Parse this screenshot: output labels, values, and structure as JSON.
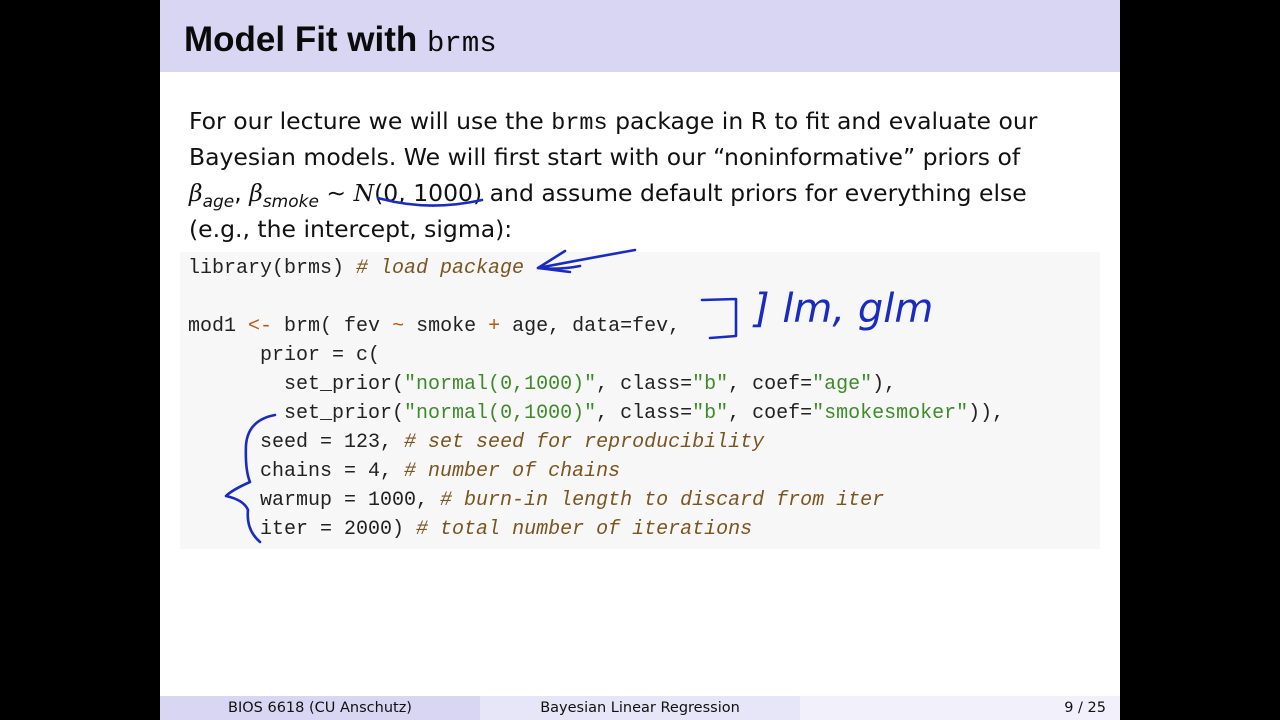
{
  "slide": {
    "title_text": "Model Fit with ",
    "title_code": "brms",
    "paragraph": {
      "l1_a": "For our lecture we will use the ",
      "l1_code": "brms",
      "l1_b": " package in R to fit and evaluate our",
      "l2": "Bayesian models.  We will first start with our “noninformative” priors of",
      "l3_beta1": "β",
      "l3_sub1": "age",
      "l3_comma": ", ",
      "l3_beta2": "β",
      "l3_sub2": "smoke",
      "l3_tilde": " ∼ ",
      "l3_N": "N",
      "l3_args": "(0, 1000)",
      "l3_rest": " and assume default priors for everything else",
      "l4": "(e.g., the intercept, sigma):"
    },
    "code": {
      "l1_code": "library(brms) ",
      "l1_comment": "# load package",
      "l3_a": "mod1 ",
      "l3_arrow": "<-",
      "l3_b": " brm( fev ",
      "l3_tilde": "~",
      "l3_c": " smoke ",
      "l3_plus": "+",
      "l3_d": " age, data=fev,",
      "l4": "      prior = c(",
      "l5_a": "        set_prior(",
      "l5_s1": "\"normal(0,1000)\"",
      "l5_b": ", class=",
      "l5_s2": "\"b\"",
      "l5_c": ", coef=",
      "l5_s3": "\"age\"",
      "l5_d": "),",
      "l6_a": "        set_prior(",
      "l6_s1": "\"normal(0,1000)\"",
      "l6_b": ", class=",
      "l6_s2": "\"b\"",
      "l6_c": ", coef=",
      "l6_s3": "\"smokesmoker\"",
      "l6_d": ")),",
      "l7_a": "      seed = 123, ",
      "l7_c": "# set seed for reproducibility",
      "l8_a": "      chains = 4, ",
      "l8_c": "# number of chains",
      "l9_a": "      warmup = 1000, ",
      "l9_c": "# burn-in length to discard from iter",
      "l10_a": "      iter = 2000) ",
      "l10_c": "# total number of iterations"
    },
    "annotation_text": "] lm, glm",
    "ink_color": "#1a2bbf",
    "footer": {
      "left": "BIOS 6618  (CU Anschutz)",
      "center": "Bayesian Linear Regression",
      "right": "9 / 25"
    }
  }
}
